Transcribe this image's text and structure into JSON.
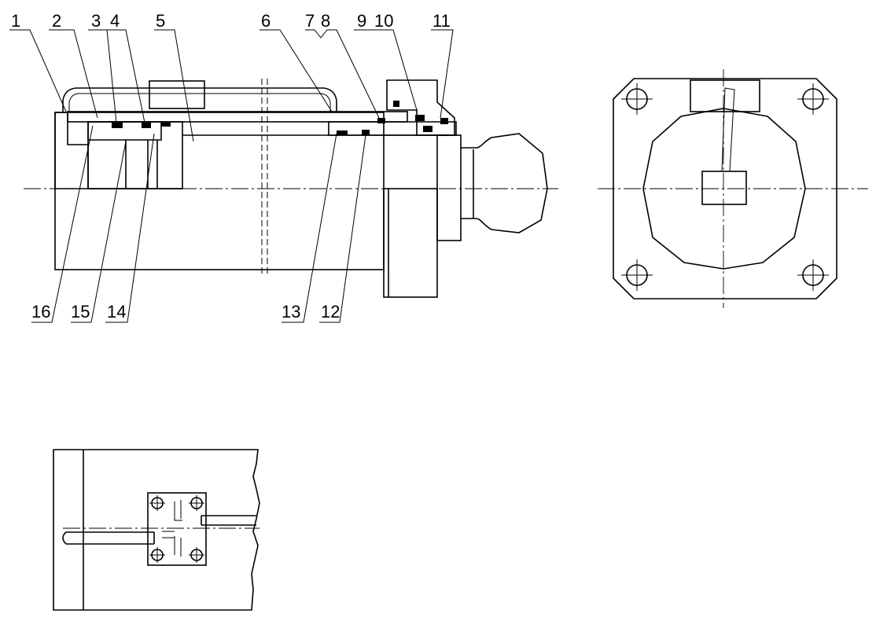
{
  "part_labels": {
    "p1": "1",
    "p2": "2",
    "p3": "3",
    "p4": "4",
    "p5": "5",
    "p6": "6",
    "p7": "7",
    "p8": "8",
    "p9": "9",
    "p10": "10",
    "p11": "11",
    "p12": "12",
    "p13": "13",
    "p14": "14",
    "p15": "15",
    "p16": "16"
  }
}
